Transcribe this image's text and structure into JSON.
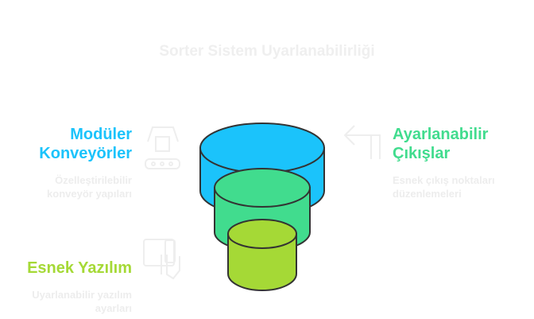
{
  "title": "Sorter Sistem Uyarlanabilirliği",
  "items": [
    {
      "heading_line1": "Modüler",
      "heading_line2": "Konveyörler",
      "desc_line1": "Özelleştirilebilir",
      "desc_line2": "konveyör yapıları",
      "color": "#1BC3FB",
      "icon": "conveyor-robot-icon"
    },
    {
      "heading_line1": "Ayarlanabilir",
      "heading_line2": "Çıkışlar",
      "desc_line1": "Esnek çıkış noktaları",
      "desc_line2": "düzenlemeleri",
      "color": "#41DC8E",
      "icon": "turn-left-arrow-icon"
    },
    {
      "heading_line1": "Esnek Yazılım",
      "desc_line1": "Uyarlanabilir yazılım",
      "desc_line2": "ayarları",
      "color": "#A5D936",
      "icon": "devices-touch-icon"
    }
  ]
}
